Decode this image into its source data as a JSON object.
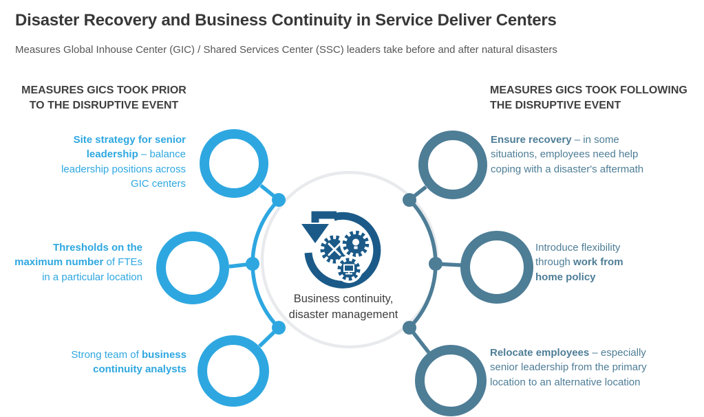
{
  "title": "Disaster Recovery and Business Continuity in Service Deliver Centers",
  "subtitle": "Measures Global Inhouse Center (GIC) / Shared Services Center (SSC) leaders take before and after natural disasters",
  "left_column": {
    "heading": [
      "MEASURES GICS TOOK PRIOR",
      "TO THE DISRUPTIVE EVENT"
    ],
    "items": [
      {
        "lines": [
          [
            {
              "t": "Site strategy for senior",
              "b": true
            }
          ],
          [
            {
              "t": "leadership",
              "b": true
            },
            {
              "t": " – balance"
            }
          ],
          [
            {
              "t": "leadership positions across"
            }
          ],
          [
            {
              "t": "GIC centers"
            }
          ]
        ]
      },
      {
        "lines": [
          [
            {
              "t": "Thresholds on the",
              "b": true
            }
          ],
          [
            {
              "t": "maximum number",
              "b": true
            },
            {
              "t": " of FTEs"
            }
          ],
          [
            {
              "t": "in a particular location"
            }
          ]
        ]
      },
      {
        "lines": [
          [
            {
              "t": "Strong team of "
            },
            {
              "t": "business",
              "b": true
            }
          ],
          [
            {
              "t": "continuity analysts",
              "b": true
            }
          ]
        ]
      }
    ]
  },
  "right_column": {
    "heading": [
      "MEASURES GICS TOOK FOLLOWING",
      "THE DISRUPTIVE EVENT"
    ],
    "items": [
      {
        "lines": [
          [
            {
              "t": "Ensure recovery",
              "b": true
            },
            {
              "t": " – in some"
            }
          ],
          [
            {
              "t": "situations, employees need help"
            }
          ],
          [
            {
              "t": "coping with a disaster's aftermath"
            }
          ]
        ]
      },
      {
        "lines": [
          [
            {
              "t": "Introduce flexibility"
            }
          ],
          [
            {
              "t": "through "
            },
            {
              "t": "work from",
              "b": true
            }
          ],
          [
            {
              "t": "home policy",
              "b": true
            }
          ]
        ]
      },
      {
        "lines": [
          [
            {
              "t": "Relocate employees",
              "b": true
            },
            {
              "t": " – especially"
            }
          ],
          [
            {
              "t": "senior leadership from the primary"
            }
          ],
          [
            {
              "t": "location to an alternative location"
            }
          ]
        ]
      }
    ]
  },
  "center": {
    "label": [
      "Business continuity,",
      "disaster management"
    ],
    "icon": "recovery-arrow-gears-icon"
  },
  "colors": {
    "blue": "#2EA7E0",
    "slate": "#4E7D96",
    "icon_blue": "#1B5A88",
    "ring_gray": "#E8EAED",
    "heading_text": "#3F3F3F",
    "title_text": "#383838",
    "subtitle_text": "#565656",
    "center_label_text": "#3E3E3E"
  }
}
